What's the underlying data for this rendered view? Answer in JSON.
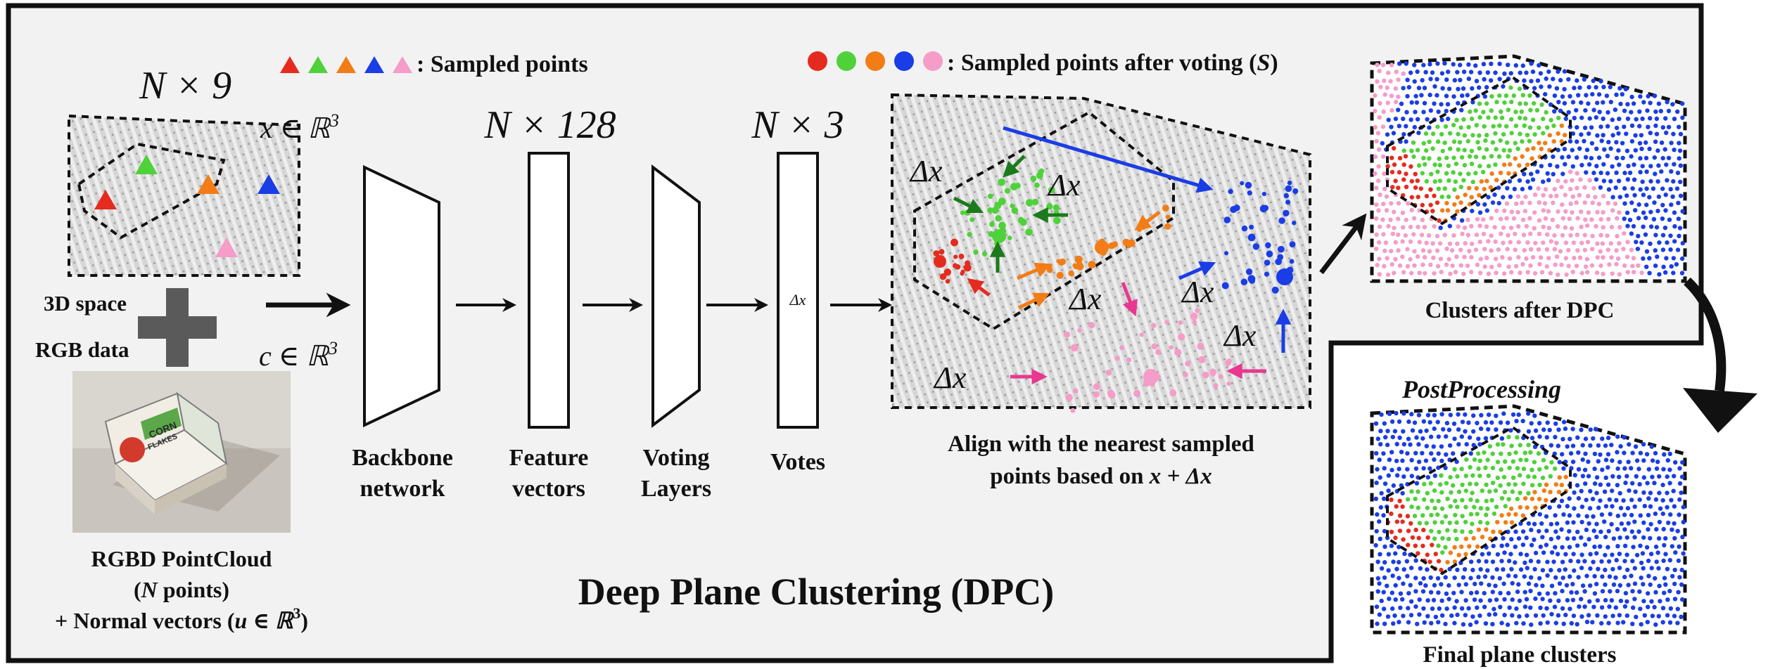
{
  "legend": {
    "sampled_points": ": Sampled points",
    "after_voting": ": Sampled points after voting (",
    "after_voting_symbol": "S",
    "after_voting_close": ")",
    "colors": [
      "#e52b1f",
      "#4fd13a",
      "#f27c16",
      "#1a3de6",
      "#f59cc8"
    ]
  },
  "input": {
    "dims": "N × 9",
    "x_label": "x ∈ ℝ",
    "c_label": "c ∈ ℝ",
    "superscript": "3",
    "space_label": "3D space",
    "rgb_label": "RGB data",
    "caption_line1": "RGBD PointCloud",
    "caption_line2_pre": "(",
    "caption_line2_var": "N",
    "caption_line2_post": " points)",
    "caption_line3_pre": "+ Normal vectors (",
    "caption_line3_math": "u ∈ ℝ",
    "caption_line3_post": ")",
    "box_text_1": "CORN",
    "box_text_2": "FLAKES"
  },
  "stages": {
    "backbone_1": "Backbone",
    "backbone_2": "network",
    "feature_dims": "N × 128",
    "feature_1": "Feature",
    "feature_2": "vectors",
    "voting_1": "Voting",
    "voting_2": "Layers",
    "votes_dims": "N × 3",
    "votes_inner": "Δx",
    "votes_label": "Votes"
  },
  "align": {
    "delta": "Δx",
    "caption_1": "Align with the nearest sampled",
    "caption_2": "points based on ",
    "caption_2_math": "x + Δx"
  },
  "outputs": {
    "clusters_caption": "Clusters after DPC",
    "postprocessing": "PostProcessing",
    "final_caption": "Final plane clusters"
  },
  "title": "Deep Plane Clustering (DPC)"
}
